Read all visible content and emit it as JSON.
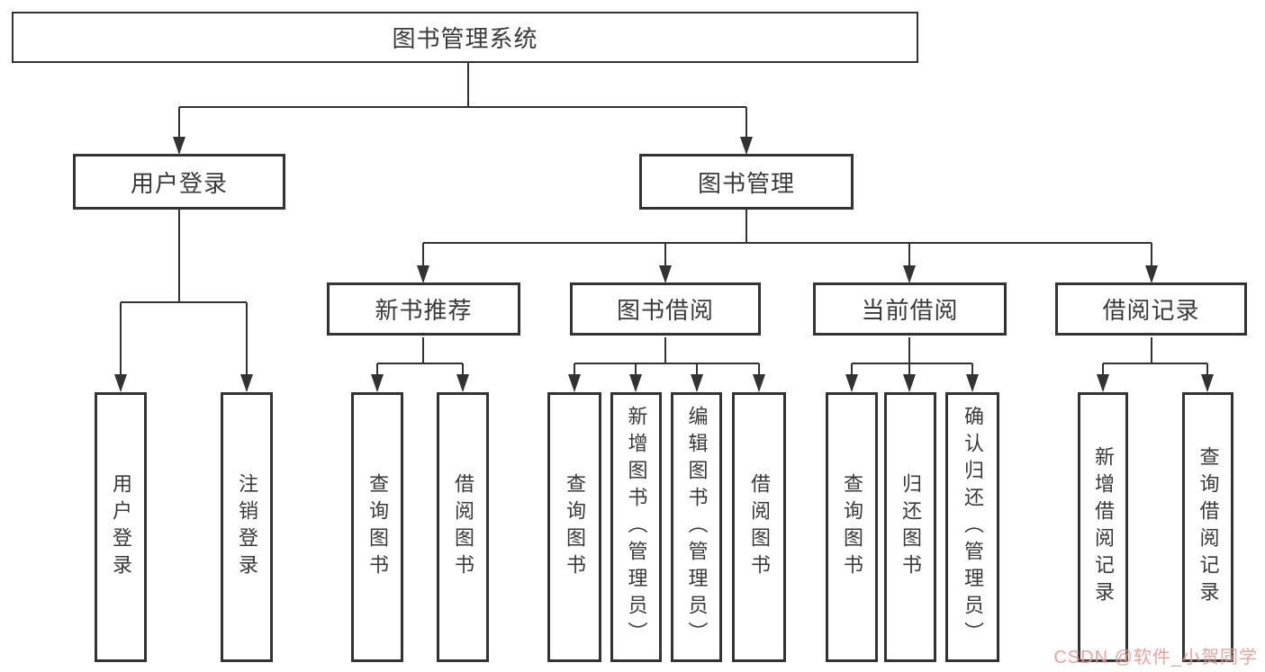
{
  "diagram": {
    "title": "图书管理系统",
    "nodes": {
      "root": "图书管理系统",
      "user_login": "用户登录",
      "book_management": "图书管理",
      "new_book_recommend": "新书推荐",
      "book_borrow": "图书借阅",
      "current_borrow": "当前借阅",
      "borrow_records": "借阅记录",
      "leaves": {
        "user_login": "用户登录",
        "logout": "注销登录",
        "recommend_query": "查询图书",
        "recommend_borrow": "借阅图书",
        "borrow_query": "查询图书",
        "borrow_add": "新增图书（管理员）",
        "borrow_edit": "编辑图书（管理员）",
        "borrow_borrow": "借阅图书",
        "current_query": "查询图书",
        "current_return": "归还图书",
        "current_confirm": "确认归还（管理员）",
        "records_add": "新增借阅记录",
        "records_query": "查询借阅记录"
      }
    },
    "colors": {
      "line": "#333333",
      "text": "#3a3a3a",
      "background": "#ffffff",
      "watermark": "#e9928b"
    }
  },
  "watermark": {
    "text": "CSDN @软件_小贺同学"
  }
}
